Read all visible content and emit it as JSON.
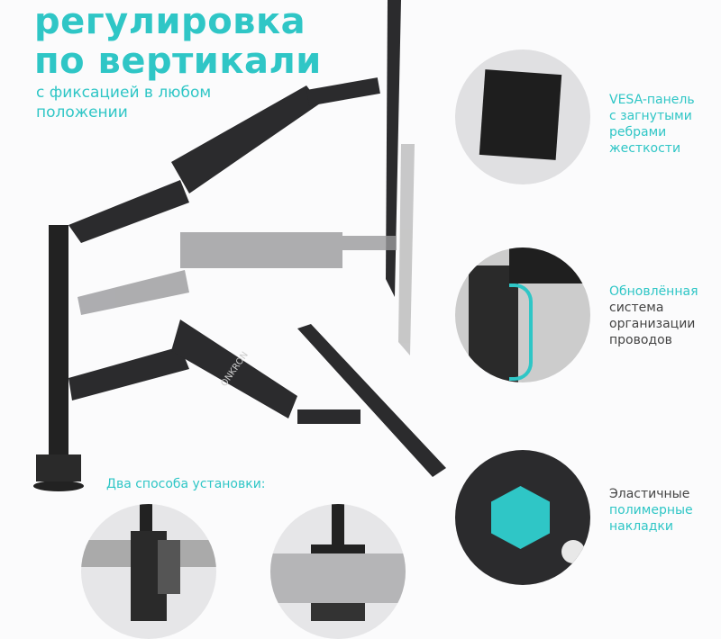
{
  "headline": {
    "line1": "регулировка",
    "line2": "по вертикали"
  },
  "subtitle": {
    "line1": "с фиксацией в любом",
    "line2": "положении"
  },
  "features": [
    {
      "lines": [
        "VESA-панель",
        "с загнутыми",
        "ребрами",
        "жесткости"
      ]
    },
    {
      "lines": [
        "Обновлённая",
        "система",
        "организации",
        "проводов"
      ]
    },
    {
      "lines": [
        "Эластичные",
        "полимерные",
        "накладки"
      ]
    }
  ],
  "install_label": "Два способа установки:",
  "brand": "ONKRON",
  "colors": {
    "accent": "#2fc6c6",
    "arm": "#2b2b2d",
    "arm_ghost": "#9a9a9c"
  }
}
